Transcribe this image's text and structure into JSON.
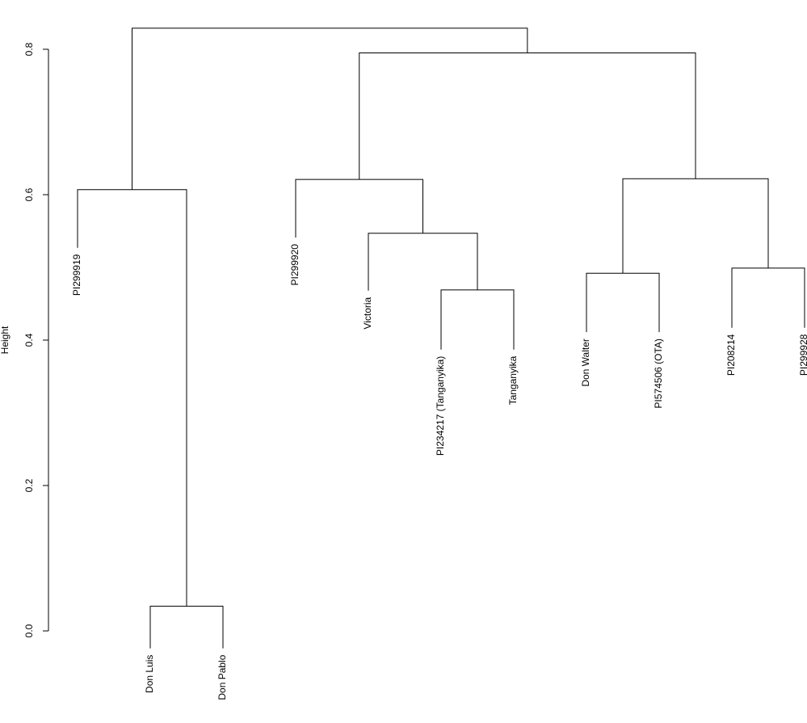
{
  "chart_data": {
    "type": "dendrogram",
    "ylabel": "Height",
    "ylim": [
      0,
      0.8
    ],
    "yticks": [
      0.0,
      0.2,
      0.4,
      0.6,
      0.8
    ],
    "ytick_labels": [
      "0.0",
      "0.2",
      "0.4",
      "0.6",
      "0.8"
    ],
    "leaf_order": [
      "PI299919",
      "Don Luis",
      "Don Pablo",
      "PI299920",
      "Victoria",
      "PI234217 (Tanganyika)",
      "Tanganyika",
      "Don Walter",
      "PI574506 (OTA)",
      "PI208214",
      "PI299928"
    ],
    "merges": [
      {
        "children": [
          "Don Luis",
          "Don Pablo"
        ],
        "height": 0.034
      },
      {
        "children": [
          "PI234217 (Tanganyika)",
          "Tanganyika"
        ],
        "height": 0.469
      },
      {
        "children": [
          "Don Walter",
          "PI574506 (OTA)"
        ],
        "height": 0.492
      },
      {
        "children": [
          "PI208214",
          "PI299928"
        ],
        "height": 0.499
      },
      {
        "children": [
          "Victoria",
          1
        ],
        "height": 0.547
      },
      {
        "children": [
          "PI299919",
          0
        ],
        "height": 0.607
      },
      {
        "children": [
          "PI299920",
          4
        ],
        "height": 0.621
      },
      {
        "children": [
          2,
          3
        ],
        "height": 0.622
      },
      {
        "children": [
          6,
          7
        ],
        "height": 0.795
      },
      {
        "children": [
          5,
          8
        ],
        "height": 0.829
      }
    ],
    "leaf_heights": {
      "PI299919": 0.527,
      "Don Luis": -0.024,
      "Don Pablo": -0.024,
      "PI299920": 0.541,
      "Victoria": 0.468,
      "PI234217 (Tanganyika)": 0.387,
      "Tanganyika": 0.387,
      "Don Walter": 0.411,
      "PI574506 (OTA)": 0.411,
      "PI208214": 0.417,
      "PI299928": 0.417
    }
  }
}
